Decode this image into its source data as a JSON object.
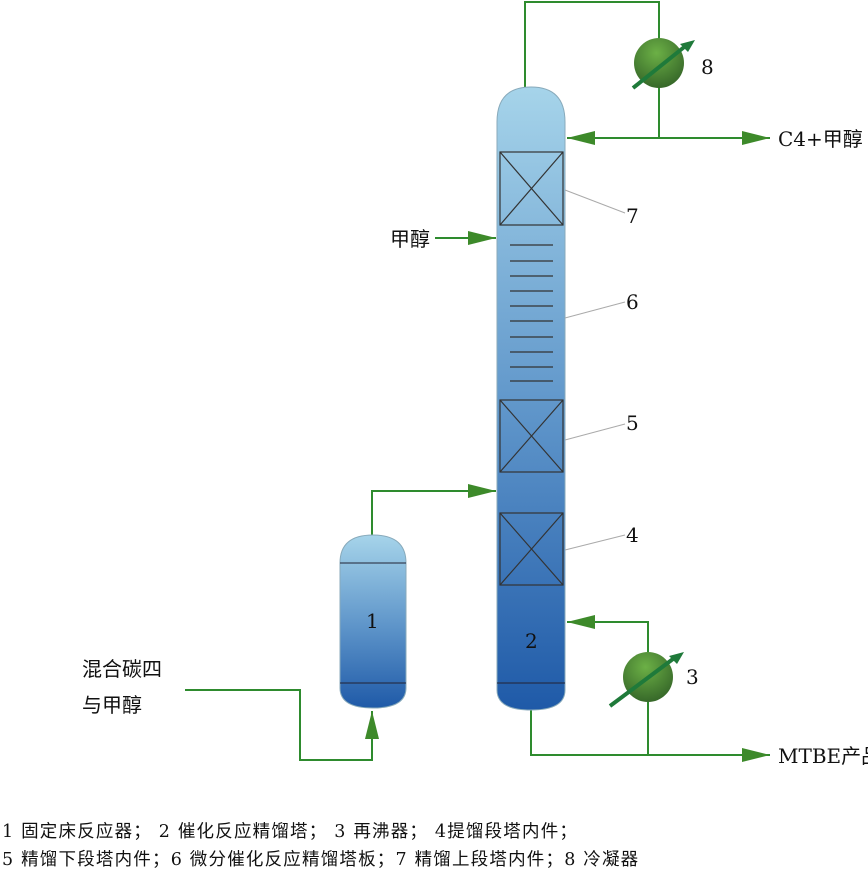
{
  "labels": {
    "feed": [
      "混合碳四",
      "与甲醇"
    ],
    "methanol_feed": "甲醇",
    "top_product": "C4+甲醇",
    "bottom_product": "MTBE产品",
    "reactor_number": "1",
    "column_number": "2",
    "reboiler_number": "3",
    "internal_4": "4",
    "internal_5": "5",
    "internal_6": "6",
    "internal_7": "7",
    "condenser_number": "8"
  },
  "caption": {
    "line1": "1  固定床反应器； 2  催化反应精馏塔； 3  再沸器； 4提馏段塔内件；",
    "line2": "5 精馏下段塔内件；6 微分催化反应精馏塔板；7 精馏上段塔内件；8 冷凝器"
  },
  "colors": {
    "pipe": "#2e8b2e",
    "vessel_top": "#a6d4ea",
    "vessel_bottom": "#1f5aa8",
    "exchanger": "#3a8a2a"
  }
}
